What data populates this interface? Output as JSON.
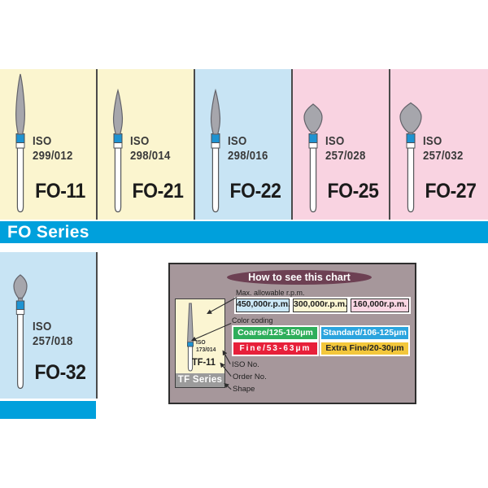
{
  "iso_prefix": "ISO",
  "banner": {
    "label": "FO Series",
    "bg": "#00a0dc"
  },
  "products": [
    {
      "model": "FO-11",
      "iso_number": "299/012",
      "bg": "#fbf5cf"
    },
    {
      "model": "FO-21",
      "iso_number": "298/014",
      "bg": "#fbf5cf"
    },
    {
      "model": "FO-22",
      "iso_number": "298/016",
      "bg": "#c8e4f4"
    },
    {
      "model": "FO-25",
      "iso_number": "257/028",
      "bg": "#f9d3e1"
    },
    {
      "model": "FO-27",
      "iso_number": "257/032",
      "bg": "#f9d3e1"
    },
    {
      "model": "FO-32",
      "iso_number": "257/018",
      "bg": "#c8e4f4"
    }
  ],
  "legend": {
    "title": "How to see this chart",
    "title_bg": "#6d4053",
    "box_bg": "#a6979b",
    "rpm_label": "Max. allowable r.p.m.",
    "rpm_boxes": [
      {
        "label": "450,000r.p.m.",
        "bg": "#cbe7f6"
      },
      {
        "label": "300,000r.p.m.",
        "bg": "#fbf5d2"
      },
      {
        "label": "160,000r.p.m.",
        "bg": "#fad6e3"
      }
    ],
    "color_coding_label": "Color coding",
    "grit_boxes": [
      {
        "label": "Coarse/125-150μm",
        "bg": "#2fae5b",
        "fg": "#ffffff"
      },
      {
        "label": "Standard/106-125μm",
        "bg": "#2ba4de",
        "fg": "#ffffff"
      },
      {
        "label": "Fine/53-63μm",
        "bg": "#e7203a",
        "fg": "#ffffff"
      },
      {
        "label": "Extra Fine/20-30μm",
        "bg": "#f3c73b",
        "fg": "#222222"
      }
    ],
    "pointer_labels": {
      "iso": "ISO No.",
      "order": "Order No.",
      "shape": "Shape"
    },
    "sample": {
      "iso_number": "173/014",
      "model": "TF-11",
      "series_label": "TF Series",
      "bg": "#fbf5d2",
      "banner_bg": "#9b9b9b"
    }
  }
}
